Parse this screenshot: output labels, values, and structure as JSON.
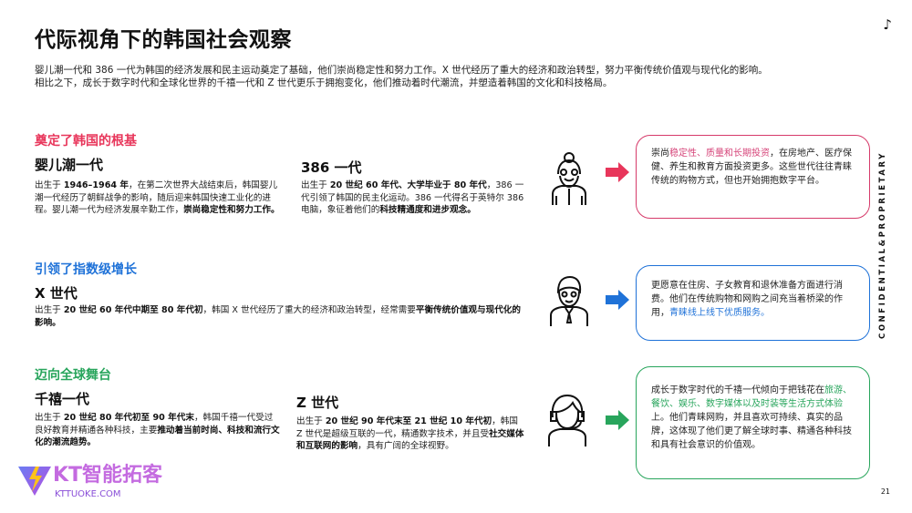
{
  "title": "代际视角下的韩国社会观察",
  "intro": [
    "婴儿潮一代和 386 一代为韩国的经济发展和民主运动奠定了基础，他们崇尚稳定性和努力工作。X 世代经历了重大的经济和政治转型，努力平衡传统价值观与现代化的影响。",
    "相比之下，成长于数字时代和全球化世界的千禧一代和 Z 世代更乐于拥抱变化，他们推动着时代潮流，并塑造着韩国的文化和科技格局。"
  ],
  "colors": {
    "pink": "#e8365b",
    "blue": "#1f72d8",
    "green": "#28a55c"
  },
  "sections": [
    {
      "heading": "奠定了韩国的根基",
      "generations": [
        {
          "name": "婴儿潮一代",
          "desc": [
            [
              "出生于 ",
              0
            ],
            [
              "1946–1964 年",
              1
            ],
            [
              "，在第二次世界大战结束后，韩国婴儿潮一代经历了朝鲜战争的影响，随后迎来韩国快速工业化的进程。婴儿潮一代为经济发展辛勤工作，",
              0
            ],
            [
              "崇尚稳定性和努力工作。",
              1
            ]
          ]
        },
        {
          "name": "386 一代",
          "desc": [
            [
              "出生于 ",
              0
            ],
            [
              "20 世纪 60 年代、大学毕业于 80 年代",
              1
            ],
            [
              "，386 一代引领了韩国的民主化运动。386 一代得名于英特尔 386 电脑，象征着他们的",
              0
            ],
            [
              "科技精通度和进步观念。",
              1
            ]
          ]
        }
      ],
      "box": [
        [
          "崇尚",
          0
        ],
        [
          "稳定性、质量和长期投资",
          2
        ],
        [
          "，在房地产、医疗保健、养生和教育方面投资更多。这些世代往往青睐传统的购物方式，但也开始拥抱数字平台。",
          0
        ]
      ]
    },
    {
      "heading": "引领了指数级增长",
      "generations": [
        {
          "name": "X 世代",
          "desc": [
            [
              "出生于 ",
              0
            ],
            [
              "20 世纪 60 年代中期至 80 年代初",
              1
            ],
            [
              "，韩国 X 世代经历了重大的经济和政治转型，经常需要",
              0
            ],
            [
              "平衡传统价值观与现代化的影响。",
              1
            ]
          ]
        }
      ],
      "box": [
        [
          "更愿意在住房、子女教育和退休准备方面进行消费。他们在传统购物和网购之间充当着桥梁的作用，",
          0
        ],
        [
          "青睐线上线下优质服务。",
          2
        ]
      ]
    },
    {
      "heading": "迈向全球舞台",
      "generations": [
        {
          "name": "千禧一代",
          "desc": [
            [
              "出生于 ",
              0
            ],
            [
              "20 世纪 80 年代初至 90 年代末",
              1
            ],
            [
              "，韩国千禧一代受过良好教育并精通各种科技，主要",
              0
            ],
            [
              "推动着当前时尚、科技和流行文化的潮流趋势。",
              1
            ]
          ]
        },
        {
          "name": "Z 世代",
          "desc": [
            [
              "出生于 ",
              0
            ],
            [
              "20 世纪 90 年代末至 21 世纪 10 年代初",
              1
            ],
            [
              "，韩国 Z 世代是超级互联的一代，精通数字技术，并且受",
              0
            ],
            [
              "社交媒体和互联网的影响",
              1
            ],
            [
              "，具有广阔的全球视野。",
              0
            ]
          ]
        }
      ],
      "box": [
        [
          "成长于数字时代的千禧一代倾向于把钱花在",
          0
        ],
        [
          "旅游、餐饮、娱乐、数字媒体以及时装等生活方式体验",
          2
        ],
        [
          "上。他们青睐网购，并且喜欢可持续、真实的品牌，这体现了他们更了解全球时事、精通各种科技和具有社会意识的价值观。",
          0
        ]
      ]
    }
  ],
  "confidential": "CONFIDENTIAL&PROPRIETARY",
  "page_number": "21",
  "logo": {
    "brand": "KT智能拓客",
    "url": "KTTUOKE.COM"
  },
  "icons": [
    "tiktok-icon",
    "elder-woman-icon",
    "businessman-icon",
    "young-woman-headset-icon",
    "arrow-right-icon"
  ]
}
